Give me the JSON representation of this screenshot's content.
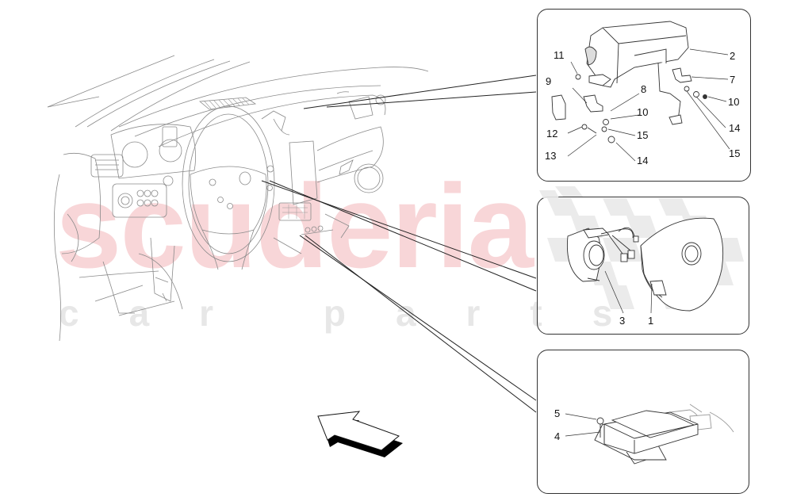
{
  "watermark": {
    "main": "scuderia",
    "sub": "car parts",
    "main_color": "#f7cfd2",
    "sub_color": "#e7e7e7"
  },
  "diagram": {
    "subject": "dashboard interior with steering wheel",
    "direction_arrow": "view-direction-arrow",
    "callouts": [
      {
        "id": "passenger-airbag",
        "labels": [
          "2",
          "7",
          "8",
          "9",
          "10",
          "10",
          "11",
          "12",
          "13",
          "14",
          "14",
          "15",
          "15"
        ]
      },
      {
        "id": "driver-airbag",
        "labels": [
          "1",
          "3"
        ]
      },
      {
        "id": "airbag-control-unit",
        "labels": [
          "4",
          "5"
        ]
      }
    ]
  },
  "labels": {
    "p1": "1",
    "p2": "2",
    "p3": "3",
    "p4": "4",
    "p5": "5",
    "p7": "7",
    "p8": "8",
    "p9": "9",
    "p10a": "10",
    "p10b": "10",
    "p11": "11",
    "p12": "12",
    "p13": "13",
    "p14a": "14",
    "p14b": "14",
    "p15a": "15",
    "p15b": "15"
  }
}
